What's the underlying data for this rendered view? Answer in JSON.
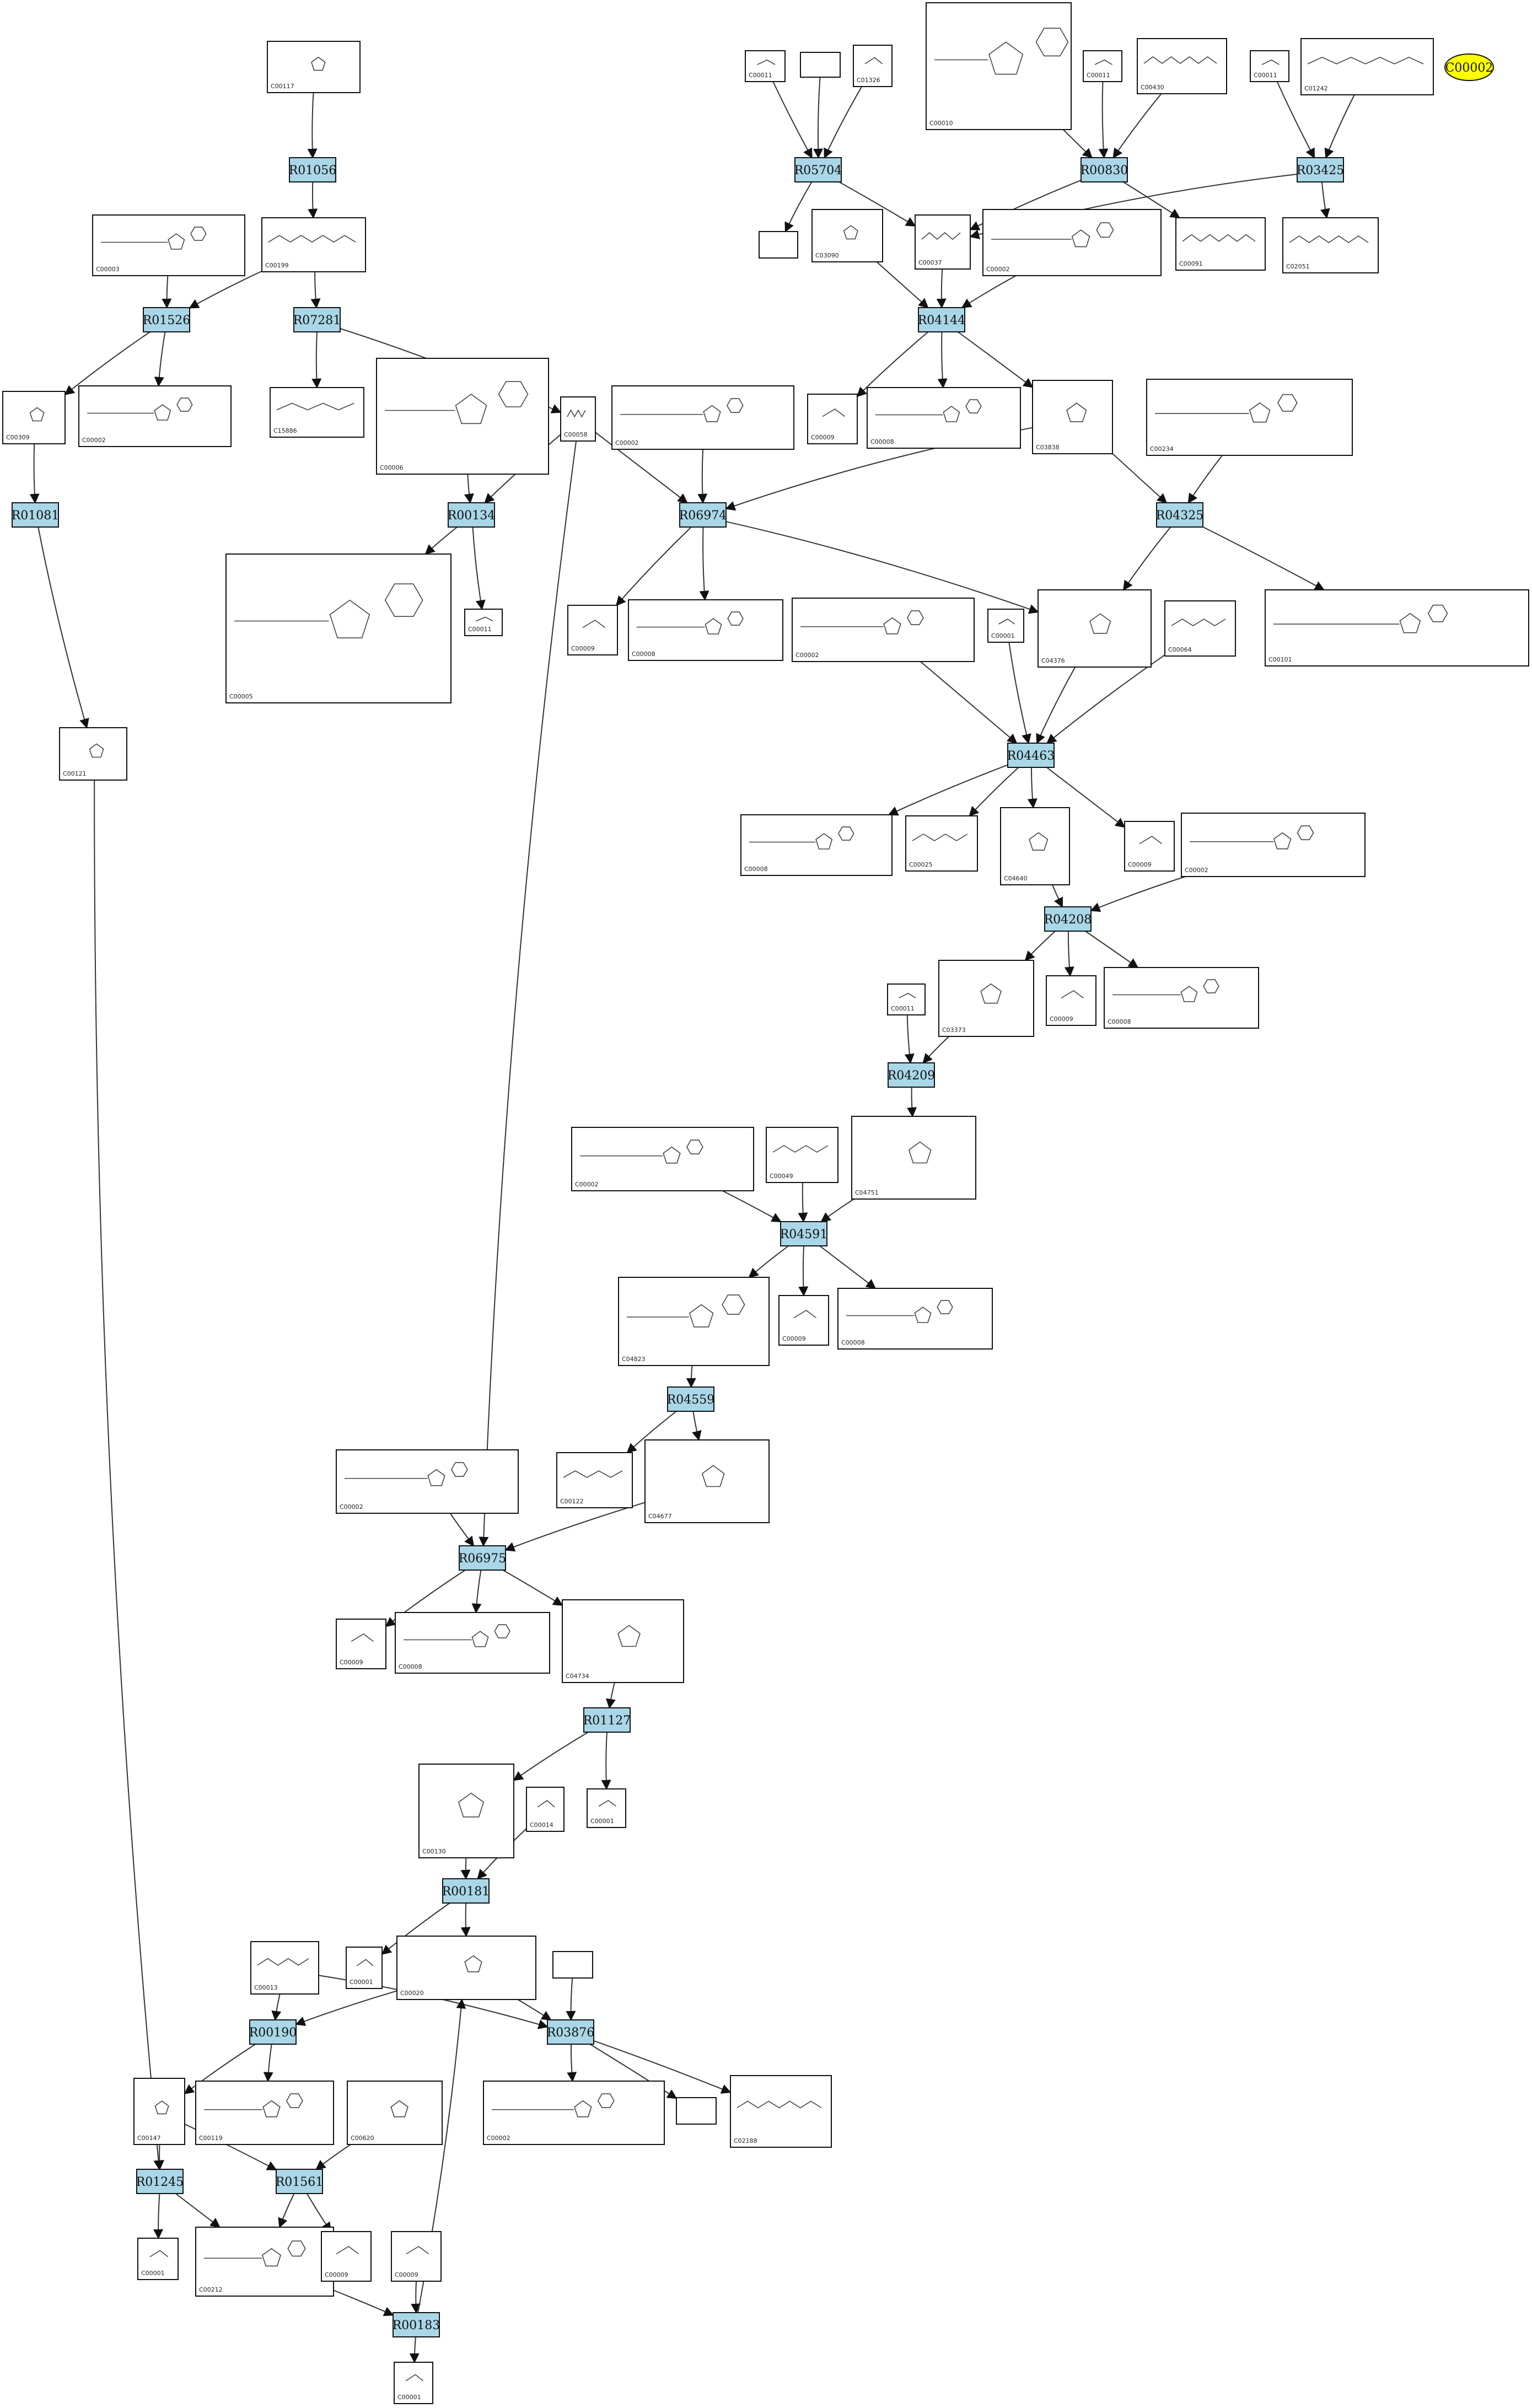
{
  "legend": {
    "id": "C00002"
  },
  "colors": {
    "reaction_fill": "#a9d7e8",
    "legend_fill": "#ffff00",
    "edge": "#333333"
  },
  "reactions": [
    {
      "key": "R01056",
      "label": "R01056"
    },
    {
      "key": "R01526",
      "label": "R01526"
    },
    {
      "key": "R07281",
      "label": "R07281"
    },
    {
      "key": "R01081",
      "label": "R01081"
    },
    {
      "key": "R00134",
      "label": "R00134"
    },
    {
      "key": "R05704",
      "label": "R05704"
    },
    {
      "key": "R00830",
      "label": "R00830"
    },
    {
      "key": "R03425",
      "label": "R03425"
    },
    {
      "key": "R04144",
      "label": "R04144"
    },
    {
      "key": "R06974",
      "label": "R06974"
    },
    {
      "key": "R04325",
      "label": "R04325"
    },
    {
      "key": "R04463",
      "label": "R04463"
    },
    {
      "key": "R04208",
      "label": "R04208"
    },
    {
      "key": "R04209",
      "label": "R04209"
    },
    {
      "key": "R04591",
      "label": "R04591"
    },
    {
      "key": "R04559",
      "label": "R04559"
    },
    {
      "key": "R06975",
      "label": "R06975"
    },
    {
      "key": "R01127",
      "label": "R01127"
    },
    {
      "key": "R00181",
      "label": "R00181"
    },
    {
      "key": "R00190",
      "label": "R00190"
    },
    {
      "key": "R03876",
      "label": "R03876"
    },
    {
      "key": "R01245",
      "label": "R01245"
    },
    {
      "key": "R01561",
      "label": "R01561"
    },
    {
      "key": "R00183",
      "label": "R00183"
    }
  ],
  "compounds": [
    {
      "key": "c_C00117",
      "label": "C00117",
      "s": "sugar"
    },
    {
      "key": "c_C00003a",
      "label": "C00003",
      "s": "nuc"
    },
    {
      "key": "c_C00199",
      "label": "C00199",
      "s": "chain"
    },
    {
      "key": "c_C00002a",
      "label": "C00002",
      "s": "nuc"
    },
    {
      "key": "c_C15886",
      "label": "C15886",
      "s": "small"
    },
    {
      "key": "c_C00309",
      "label": "C00309",
      "s": "sugar"
    },
    {
      "key": "c_C00006",
      "label": "C00006",
      "s": "nuc"
    },
    {
      "key": "c_C00058",
      "label": "C00058",
      "s": "small"
    },
    {
      "key": "c_C00005",
      "label": "C00005",
      "s": "nuc"
    },
    {
      "key": "c_C00011a",
      "label": "C00011",
      "s": "tiny"
    },
    {
      "key": "c_C00121",
      "label": "C00121",
      "s": "sugar"
    },
    {
      "key": "c_C00011b",
      "label": "C00011",
      "s": "tiny"
    },
    {
      "key": "c_blank1",
      "label": "",
      "s": "none"
    },
    {
      "key": "c_C01326",
      "label": "C01326",
      "s": "tiny"
    },
    {
      "key": "c_C00010",
      "label": "C00010",
      "s": "nuc"
    },
    {
      "key": "c_C00011c",
      "label": "C00011",
      "s": "tiny"
    },
    {
      "key": "c_C00430",
      "label": "C00430",
      "s": "chain"
    },
    {
      "key": "c_C00011d",
      "label": "C00011",
      "s": "tiny"
    },
    {
      "key": "c_C01242",
      "label": "C01242",
      "s": "chain"
    },
    {
      "key": "c_blank2",
      "label": "",
      "s": "none"
    },
    {
      "key": "c_C03090",
      "label": "C03090",
      "s": "sugar"
    },
    {
      "key": "c_C00037",
      "label": "C00037",
      "s": "small"
    },
    {
      "key": "c_C00002b",
      "label": "C00002",
      "s": "nuc"
    },
    {
      "key": "c_C00091",
      "label": "C00091",
      "s": "chain"
    },
    {
      "key": "c_C02051",
      "label": "C02051",
      "s": "chain"
    },
    {
      "key": "c_C00009a",
      "label": "C00009",
      "s": "tiny"
    },
    {
      "key": "c_C00008a",
      "label": "C00008",
      "s": "nuc"
    },
    {
      "key": "c_C03838",
      "label": "C03838",
      "s": "sugar"
    },
    {
      "key": "c_C00234",
      "label": "C00234",
      "s": "nuc"
    },
    {
      "key": "c_C00002c",
      "label": "C00002",
      "s": "nuc"
    },
    {
      "key": "c_C00009b",
      "label": "C00009",
      "s": "tiny"
    },
    {
      "key": "c_C00008b",
      "label": "C00008",
      "s": "nuc"
    },
    {
      "key": "c_C00002d",
      "label": "C00002",
      "s": "nuc"
    },
    {
      "key": "c_C00001a",
      "label": "C00001",
      "s": "tiny"
    },
    {
      "key": "c_C04376",
      "label": "C04376",
      "s": "sugar"
    },
    {
      "key": "c_C00064",
      "label": "C00064",
      "s": "small"
    },
    {
      "key": "c_C00101",
      "label": "C00101",
      "s": "nuc"
    },
    {
      "key": "c_C00008c",
      "label": "C00008",
      "s": "nuc"
    },
    {
      "key": "c_C00025",
      "label": "C00025",
      "s": "small"
    },
    {
      "key": "c_C04640",
      "label": "C04640",
      "s": "sugar"
    },
    {
      "key": "c_C00009c",
      "label": "C00009",
      "s": "tiny"
    },
    {
      "key": "c_C00002e",
      "label": "C00002",
      "s": "nuc"
    },
    {
      "key": "c_C00011e",
      "label": "C00011",
      "s": "tiny"
    },
    {
      "key": "c_C03373",
      "label": "C03373",
      "s": "sugar"
    },
    {
      "key": "c_C00009d",
      "label": "C00009",
      "s": "tiny"
    },
    {
      "key": "c_C00008d",
      "label": "C00008",
      "s": "nuc"
    },
    {
      "key": "c_C00002f",
      "label": "C00002",
      "s": "nuc"
    },
    {
      "key": "c_C00049",
      "label": "C00049",
      "s": "small"
    },
    {
      "key": "c_C04751",
      "label": "C04751",
      "s": "sugar"
    },
    {
      "key": "c_C04823",
      "label": "C04823",
      "s": "nuc"
    },
    {
      "key": "c_C00009e",
      "label": "C00009",
      "s": "tiny"
    },
    {
      "key": "c_C00008e",
      "label": "C00008",
      "s": "nuc"
    },
    {
      "key": "c_C00122",
      "label": "C00122",
      "s": "small"
    },
    {
      "key": "c_C04677",
      "label": "C04677",
      "s": "sugar"
    },
    {
      "key": "c_C00002g",
      "label": "C00002",
      "s": "nuc"
    },
    {
      "key": "c_C00009f",
      "label": "C00009",
      "s": "tiny"
    },
    {
      "key": "c_C00008f",
      "label": "C00008",
      "s": "nuc"
    },
    {
      "key": "c_C04734",
      "label": "C04734",
      "s": "sugar"
    },
    {
      "key": "c_C00130",
      "label": "C00130",
      "s": "sugar"
    },
    {
      "key": "c_C00014",
      "label": "C00014",
      "s": "tiny"
    },
    {
      "key": "c_C00001b",
      "label": "C00001",
      "s": "tiny"
    },
    {
      "key": "c_C00013",
      "label": "C00013",
      "s": "small"
    },
    {
      "key": "c_C00001c",
      "label": "C00001",
      "s": "tiny"
    },
    {
      "key": "c_C00020",
      "label": "C00020",
      "s": "sugar"
    },
    {
      "key": "c_blank3",
      "label": "",
      "s": "none"
    },
    {
      "key": "c_C00147",
      "label": "C00147",
      "s": "sugar"
    },
    {
      "key": "c_C00119",
      "label": "C00119",
      "s": "nuc"
    },
    {
      "key": "c_C00620",
      "label": "C00620",
      "s": "sugar"
    },
    {
      "key": "c_C00002h",
      "label": "C00002",
      "s": "nuc"
    },
    {
      "key": "c_blank4",
      "label": "",
      "s": "none"
    },
    {
      "key": "c_C02188",
      "label": "C02188",
      "s": "chain"
    },
    {
      "key": "c_C00001d",
      "label": "C00001",
      "s": "tiny"
    },
    {
      "key": "c_C00212",
      "label": "C00212",
      "s": "nuc"
    },
    {
      "key": "c_C00009g",
      "label": "C00009",
      "s": "tiny"
    },
    {
      "key": "c_C00009h",
      "label": "C00009",
      "s": "tiny"
    },
    {
      "key": "c_C00001e",
      "label": "C00001",
      "s": "tiny"
    }
  ],
  "edges": [
    [
      "c_C00117",
      "R01056"
    ],
    [
      "R01056",
      "c_C00199"
    ],
    [
      "c_C00003a",
      "R01526"
    ],
    [
      "c_C00199",
      "R01526"
    ],
    [
      "c_C00199",
      "R07281"
    ],
    [
      "R01526",
      "c_C00309"
    ],
    [
      "R01526",
      "c_C00002a"
    ],
    [
      "R07281",
      "c_C15886"
    ],
    [
      "R07281",
      "c_C00058"
    ],
    [
      "c_C00309",
      "R01081"
    ],
    [
      "R01081",
      "c_C00121"
    ],
    [
      "c_C00121",
      "R01245"
    ],
    [
      "c_C00006",
      "R00134"
    ],
    [
      "c_C00058",
      "R00134"
    ],
    [
      "R00134",
      "c_C00005"
    ],
    [
      "R00134",
      "c_C00011a"
    ],
    [
      "c_C00058",
      "R06974"
    ],
    [
      "c_C00058",
      "R06975"
    ],
    [
      "c_C00011b",
      "R05704"
    ],
    [
      "c_blank1",
      "R05704"
    ],
    [
      "c_C01326",
      "R05704"
    ],
    [
      "R05704",
      "c_blank2"
    ],
    [
      "R05704",
      "c_C00037"
    ],
    [
      "c_C00010",
      "R00830"
    ],
    [
      "c_C00011c",
      "R00830"
    ],
    [
      "c_C00430",
      "R00830"
    ],
    [
      "R00830",
      "c_C00037"
    ],
    [
      "R00830",
      "c_C00091"
    ],
    [
      "c_C00011d",
      "R03425"
    ],
    [
      "c_C01242",
      "R03425"
    ],
    [
      "R03425",
      "c_C00037"
    ],
    [
      "R03425",
      "c_C02051"
    ],
    [
      "c_C03090",
      "R04144"
    ],
    [
      "c_C00037",
      "R04144"
    ],
    [
      "c_C00002b",
      "R04144"
    ],
    [
      "R04144",
      "c_C00009a"
    ],
    [
      "R04144",
      "c_C00008a"
    ],
    [
      "R04144",
      "c_C03838"
    ],
    [
      "c_C03838",
      "R06974"
    ],
    [
      "c_C03838",
      "R04325"
    ],
    [
      "c_C00234",
      "R04325"
    ],
    [
      "c_C00002c",
      "R06974"
    ],
    [
      "R06974",
      "c_C00009b"
    ],
    [
      "R06974",
      "c_C00008b"
    ],
    [
      "R06974",
      "c_C04376"
    ],
    [
      "R04325",
      "c_C04376"
    ],
    [
      "R04325",
      "c_C00101"
    ],
    [
      "c_C00002d",
      "R04463"
    ],
    [
      "c_C00001a",
      "R04463"
    ],
    [
      "c_C04376",
      "R04463"
    ],
    [
      "c_C00064",
      "R04463"
    ],
    [
      "R04463",
      "c_C00008c"
    ],
    [
      "R04463",
      "c_C00025"
    ],
    [
      "R04463",
      "c_C04640"
    ],
    [
      "R04463",
      "c_C00009c"
    ],
    [
      "c_C04640",
      "R04208"
    ],
    [
      "c_C00002e",
      "R04208"
    ],
    [
      "R04208",
      "c_C03373"
    ],
    [
      "R04208",
      "c_C00009d"
    ],
    [
      "R04208",
      "c_C00008d"
    ],
    [
      "c_C00011e",
      "R04209"
    ],
    [
      "c_C03373",
      "R04209"
    ],
    [
      "R04209",
      "c_C04751"
    ],
    [
      "c_C00002f",
      "R04591"
    ],
    [
      "c_C00049",
      "R04591"
    ],
    [
      "c_C04751",
      "R04591"
    ],
    [
      "R04591",
      "c_C04823"
    ],
    [
      "R04591",
      "c_C00009e"
    ],
    [
      "R04591",
      "c_C00008e"
    ],
    [
      "c_C04823",
      "R04559"
    ],
    [
      "R04559",
      "c_C00122"
    ],
    [
      "R04559",
      "c_C04677"
    ],
    [
      "c_C00002g",
      "R06975"
    ],
    [
      "c_C04677",
      "R06975"
    ],
    [
      "R06975",
      "c_C00009f"
    ],
    [
      "R06975",
      "c_C00008f"
    ],
    [
      "R06975",
      "c_C04734"
    ],
    [
      "c_C04734",
      "R01127"
    ],
    [
      "R01127",
      "c_C00130"
    ],
    [
      "R01127",
      "c_C00001b"
    ],
    [
      "c_C00130",
      "R00181"
    ],
    [
      "c_C00014",
      "R00181"
    ],
    [
      "R00181",
      "c_C00001c"
    ],
    [
      "R00181",
      "c_C00020"
    ],
    [
      "c_C00013",
      "R00190"
    ],
    [
      "c_C00020",
      "R00190"
    ],
    [
      "c_C00013",
      "R03876"
    ],
    [
      "c_C00020",
      "R03876"
    ],
    [
      "c_blank3",
      "R03876"
    ],
    [
      "R03876",
      "c_C00002h"
    ],
    [
      "R03876",
      "c_blank4"
    ],
    [
      "R03876",
      "c_C02188"
    ],
    [
      "R00190",
      "c_C00147"
    ],
    [
      "R00190",
      "c_C00119"
    ],
    [
      "c_C00147",
      "R01245"
    ],
    [
      "c_C00147",
      "R01561"
    ],
    [
      "c_C00620",
      "R01561"
    ],
    [
      "R01245",
      "c_C00001d"
    ],
    [
      "R01245",
      "c_C00212"
    ],
    [
      "R01561",
      "c_C00212"
    ],
    [
      "R01561",
      "c_C00009g"
    ],
    [
      "c_C00212",
      "R00183"
    ],
    [
      "c_C00009h",
      "R00183"
    ],
    [
      "R00183",
      "c_C00001e"
    ],
    [
      "R00183",
      "c_C00020"
    ]
  ]
}
